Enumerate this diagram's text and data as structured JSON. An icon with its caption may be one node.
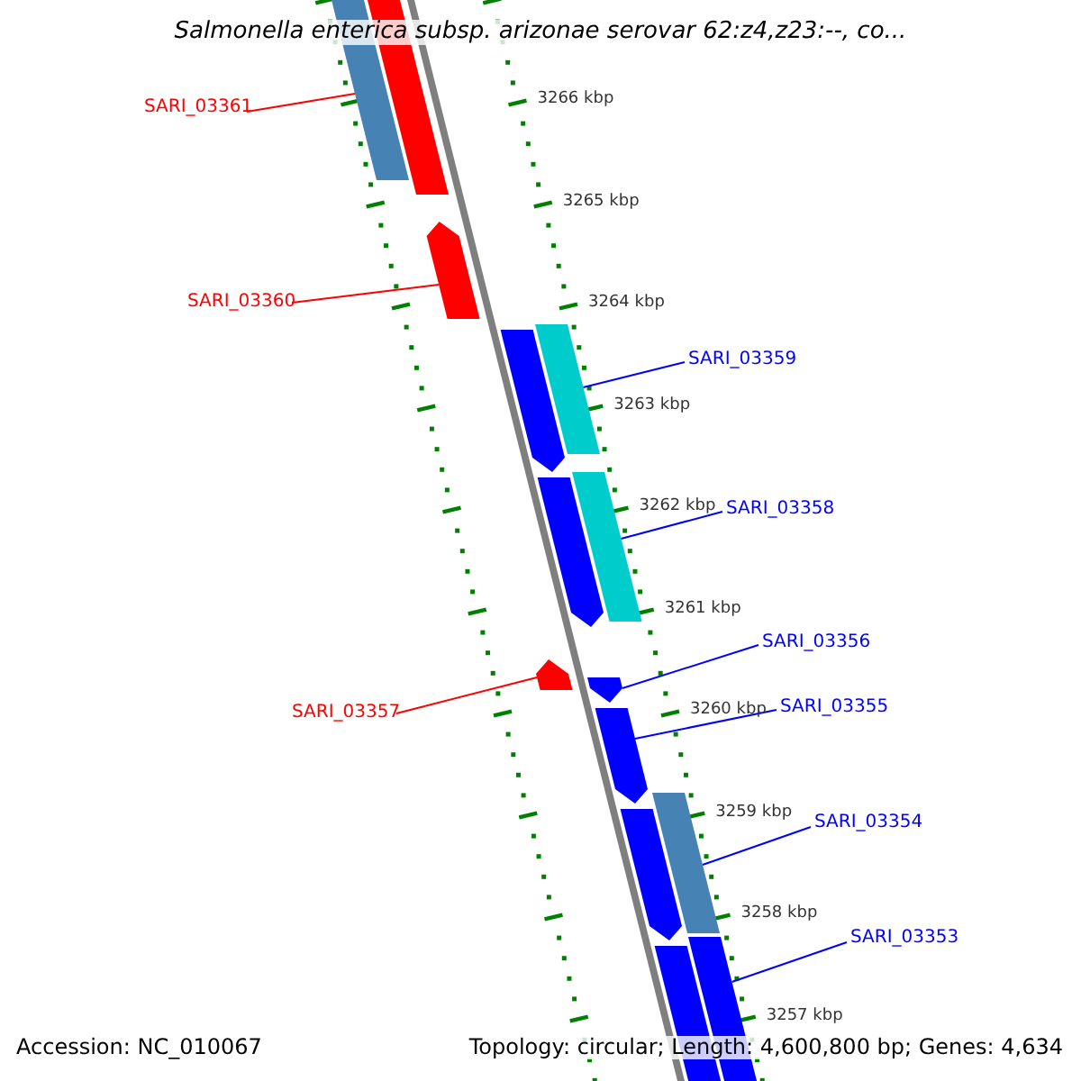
{
  "diagram": {
    "title": "Salmonella enterica subsp. arizonae serovar 62:z4,z23:--, co...",
    "nodes": [
      {
        "text": [
          "SARI_03361"
        ]
      },
      {
        "text": [
          "SARI_03360"
        ]
      },
      {
        "text": [
          "SARI_03359"
        ]
      },
      {
        "text": [
          "SARI_03358"
        ]
      },
      {
        "text": [
          "SARI_03356"
        ]
      },
      {
        "text": [
          "SARI_03355"
        ]
      },
      {
        "text": [
          "SARI_03357"
        ]
      },
      {
        "text": [
          "SARI_03354"
        ]
      },
      {
        "text": [
          "SARI_03353"
        ]
      },
      {
        "text": [],
        "shape": "bar"
      },
      {
        "text": [],
        "shape": "bar"
      },
      {
        "text": [],
        "shape": "bar"
      },
      {
        "text": [],
        "shape": "bar"
      },
      {
        "text": [],
        "shape": "bar"
      },
      {
        "text": [],
        "shape": "bar"
      },
      {
        "text": [],
        "shape": "bar"
      },
      {
        "text": [],
        "shape": "bar"
      },
      {
        "text": [],
        "shape": "bar"
      }
    ],
    "edges": [
      {
        "from": 0,
        "to": 9,
        "arrow": "none",
        "color": "#ff0000"
      },
      {
        "from": 1,
        "to": 10,
        "arrow": "none",
        "color": "#ff0000"
      },
      {
        "from": 2,
        "to": 11,
        "arrow": "none",
        "color": "#0000ff"
      },
      {
        "from": 3,
        "to": 12,
        "arrow": "none",
        "color": "#0000ff"
      },
      {
        "from": 4,
        "to": 13,
        "arrow": "none",
        "color": "#0000ff"
      },
      {
        "from": 5,
        "to": 14,
        "arrow": "none",
        "color": "#0000ff"
      },
      {
        "from": 6,
        "to": 15,
        "arrow": "none",
        "color": "#ff0000"
      },
      {
        "from": 7,
        "to": 16,
        "arrow": "none",
        "color": "#0000ff"
      },
      {
        "from": 8,
        "to": 17,
        "arrow": "none",
        "color": "#0000ff"
      }
    ],
    "labels": [
      "3266 kbp",
      "3265 kbp",
      "3264 kbp",
      "3263 kbp",
      "3262 kbp",
      "3261 kbp",
      "3260 kbp",
      "3259 kbp",
      "3258 kbp",
      "3257 kbp",
      "Accession: NC_010067",
      "Topology: circular; Length: 4,600,800 bp; Genes: 4,634"
    ]
  }
}
